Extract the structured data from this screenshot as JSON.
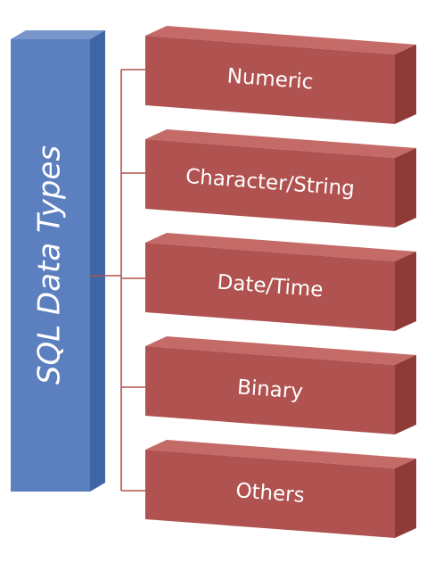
{
  "root": {
    "label": "SQL Data Types",
    "colors": {
      "front": "#5b7fbf",
      "side": "#3f66a6",
      "top": "#7896cc"
    }
  },
  "categories": [
    {
      "label": "Numeric"
    },
    {
      "label": "Character/String"
    },
    {
      "label": "Date/Time"
    },
    {
      "label": "Binary"
    },
    {
      "label": "Others"
    }
  ],
  "colors": {
    "box_front": "#b0524f",
    "box_top": "#c46a67",
    "box_side": "#8e3b38",
    "connector": "#b0524f"
  }
}
